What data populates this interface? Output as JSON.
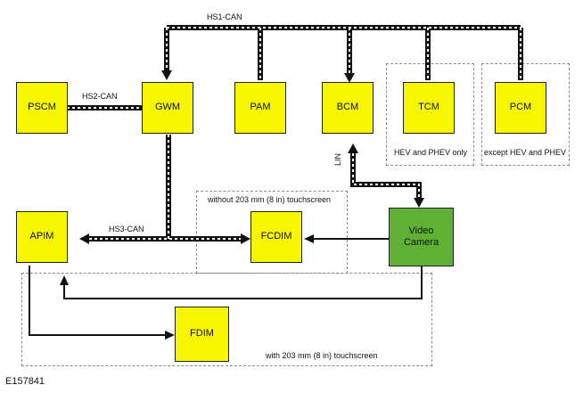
{
  "modules": {
    "pscm": "PSCM",
    "gwm": "GWM",
    "pam": "PAM",
    "bcm": "BCM",
    "tcm": "TCM",
    "pcm": "PCM",
    "apim": "APIM",
    "fcdim": "FCDIM",
    "fdim": "FDIM",
    "video_camera_line1": "Video",
    "video_camera_line2": "Camera"
  },
  "buses": {
    "hs1": "HS1-CAN",
    "hs2": "HS2-CAN",
    "hs3": "HS3-CAN",
    "lin": "LIN"
  },
  "notes": {
    "hev_phev_only": "HEV and PHEV only",
    "except_hev_phev": "except HEV and PHEV",
    "without_touchscreen": "without 203 mm (8 in) touchscreen",
    "with_touchscreen": "with 203 mm (8 in) touchscreen"
  },
  "figure_id": "E157841",
  "colors": {
    "module_fill": "#f6f600",
    "camera_fill": "#5fb135",
    "bus_color": "#111111"
  }
}
